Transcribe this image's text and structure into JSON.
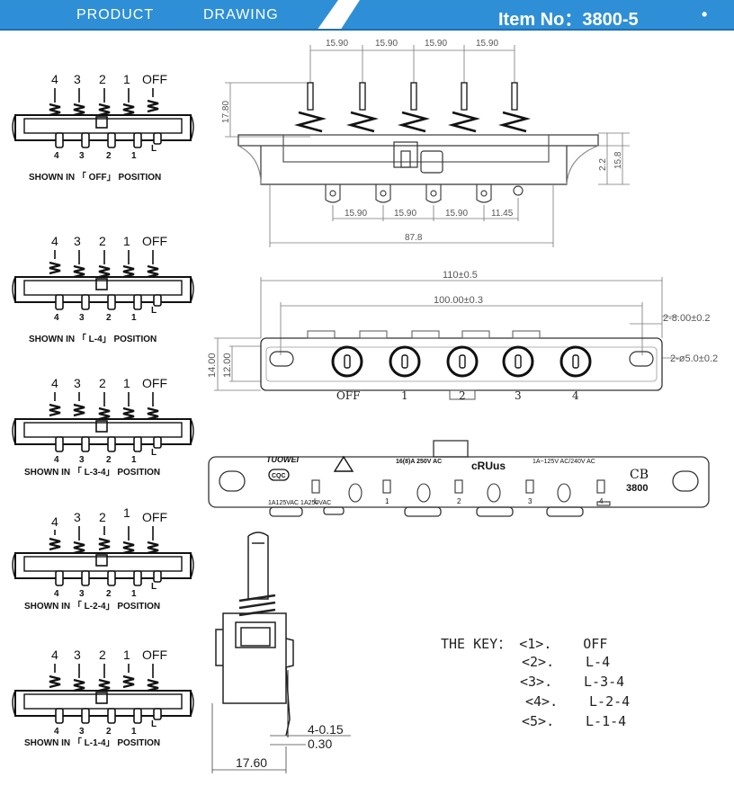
{
  "header": {
    "left_word_1": "PRODUCT",
    "left_word_2": "DRAWING",
    "item_no": "Item No：3800-5",
    "dot": "•",
    "colors": {
      "banner_blue": "#2e8fd6",
      "banner_blue_dark": "#1f6fb5",
      "accent_line": "#3b9be0"
    }
  },
  "positions_panel": {
    "diagrams": [
      {
        "labels": [
          "4",
          "3",
          "2",
          "1",
          "OFF"
        ],
        "pin_labels": [
          "4",
          "3",
          "2",
          "1",
          "L"
        ],
        "caption": "SHOWN IN 「 OFF」 POSITION"
      },
      {
        "labels": [
          "4",
          "3",
          "2",
          "1",
          "OFF"
        ],
        "pin_labels": [
          "4",
          "3",
          "2",
          "1",
          "L"
        ],
        "caption": "SHOWN IN 「 L-4」 POSITION"
      },
      {
        "labels": [
          "4",
          "3",
          "2",
          "1",
          "OFF"
        ],
        "pin_labels": [
          "4",
          "3",
          "2",
          "1",
          "L"
        ],
        "caption": "SHOWN IN 「 L-3-4」 POSITION"
      },
      {
        "labels": [
          "4",
          "3",
          "2",
          "1",
          "OFF"
        ],
        "pin_labels": [
          "4",
          "3",
          "2",
          "1",
          "L"
        ],
        "caption": "SHOWN IN 「 L-2-4」 POSITION"
      },
      {
        "labels": [
          "4",
          "3",
          "2",
          "1",
          "OFF"
        ],
        "pin_labels": [
          "4",
          "3",
          "2",
          "1",
          "L"
        ],
        "caption": "SHOWN IN 「 L-1-4」 POSITION"
      }
    ]
  },
  "front_view": {
    "dims_top": [
      "15.90",
      "15.90",
      "15.90",
      "15.90"
    ],
    "height_dim": "17.80",
    "right_dim_small": "2.2",
    "right_dim_large": "15.8",
    "dims_bottom": [
      "15.90",
      "15.90",
      "15.90",
      "11.45"
    ],
    "overall_length": "87.8"
  },
  "top_view": {
    "overall": "110±0.5",
    "hole_pitch": "100.00±0.3",
    "slot_note": "2-8.00±0.2",
    "hole_note": "2-ø5.0±0.2",
    "height_outer": "14.00",
    "height_inner": "12.00",
    "button_labels": [
      "OFF",
      "1",
      "2",
      "3",
      "4"
    ]
  },
  "bottom_view": {
    "brand": "TUOWEI",
    "cqc_badge": "CQC",
    "rating_center": "16(8)A 250V AC",
    "ul_mark": "cRUus",
    "rating_right": "1A~125V AC/240V AC",
    "cb_mark": "CB",
    "model": "3800",
    "rating_bottom_left": "1A125VAC 1A250VAC",
    "terminal_labels": [
      "L",
      "1",
      "2",
      "3",
      "4"
    ]
  },
  "side_view": {
    "dim_thickness": "4-0.15",
    "dim_pin": "0.30",
    "dim_width": "17.60"
  },
  "key": {
    "title": "THE KEY：",
    "rows": [
      {
        "code": "<1>.",
        "value": "OFF"
      },
      {
        "code": "<2>.",
        "value": "L-4"
      },
      {
        "code": "<3>.",
        "value": "L-3-4"
      },
      {
        "code": "<4>.",
        "value": "L-2-4"
      },
      {
        "code": "<5>.",
        "value": "L-1-4"
      }
    ]
  }
}
